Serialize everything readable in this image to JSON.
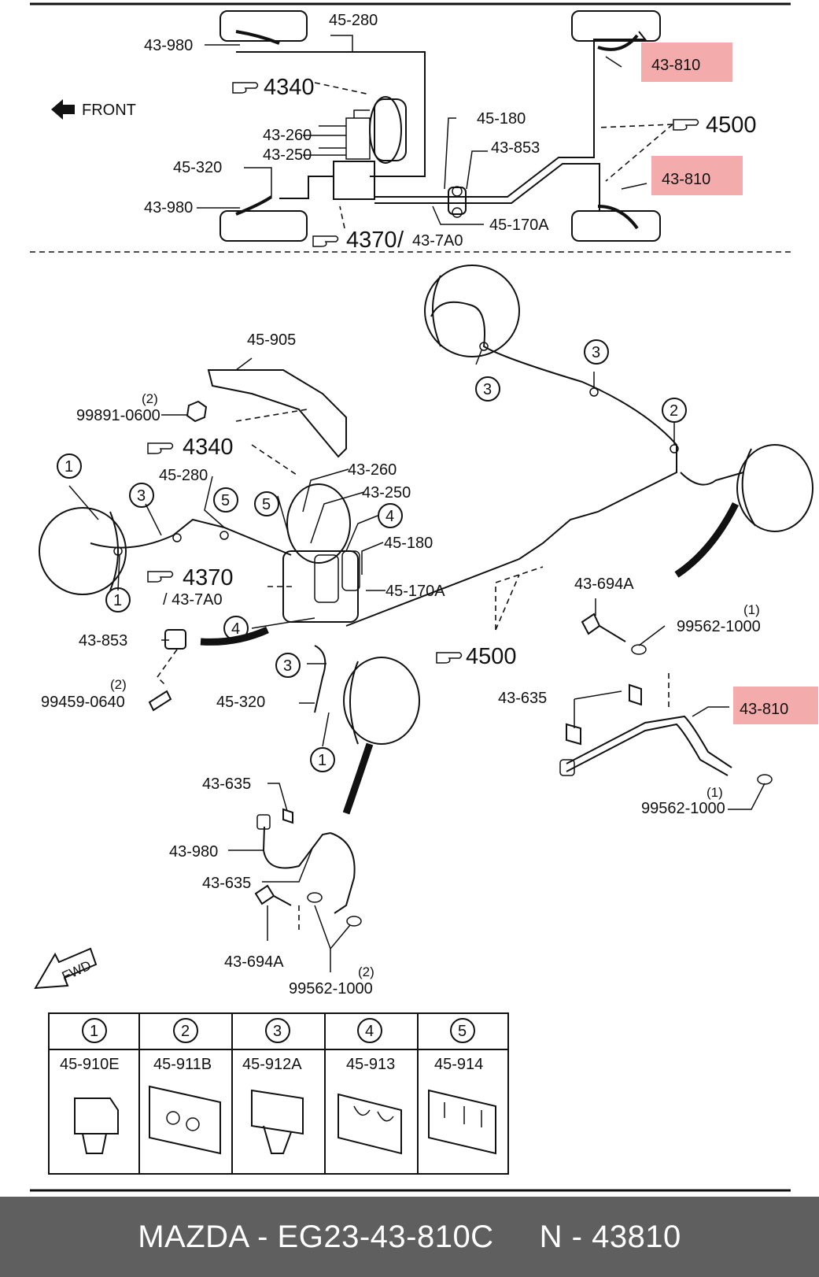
{
  "top": {
    "front_label": "FRONT",
    "ref_4340": "4340",
    "ref_4500": "4500",
    "ref_4370": "4370",
    "slash": "/",
    "p_43_980": "43-980",
    "p_45_280": "45-280",
    "p_43_260": "43-260",
    "p_43_250": "43-250",
    "p_45_320": "45-320",
    "p_45_180": "45-180",
    "p_43_853": "43-853",
    "p_45_170A": "45-170A",
    "p_43_7A0": "43-7A0",
    "p_43_810": "43-810",
    "highlight_color": "#f29c9c"
  },
  "main": {
    "p_45_905": "45-905",
    "p_99891": "99891-0600",
    "qty_2": "(2)",
    "qty_1": "(1)",
    "ref_4340": "4340",
    "p_43_260": "43-260",
    "p_43_250": "43-250",
    "p_45_280": "45-280",
    "p_45_180": "45-180",
    "p_45_170A": "45-170A",
    "ref_4370": "4370",
    "p_43_7A0": "/ 43-7A0",
    "p_43_853": "43-853",
    "p_99459": "99459-0640",
    "p_45_320": "45-320",
    "ref_4500": "4500",
    "p_43_694A": "43-694A",
    "p_99562": "99562-1000",
    "p_43_635": "43-635",
    "p_43_810": "43-810",
    "p_43_980": "43-980",
    "fwd": "FWD",
    "c1": "1",
    "c2": "2",
    "c3": "3",
    "c4": "4",
    "c5": "5"
  },
  "legend": {
    "columns": [
      {
        "num": "1",
        "part": "45-910E"
      },
      {
        "num": "2",
        "part": "45-911B"
      },
      {
        "num": "3",
        "part": "45-912A"
      },
      {
        "num": "4",
        "part": "45-913"
      },
      {
        "num": "5",
        "part": "45-914"
      }
    ]
  },
  "footer": {
    "text": "MAZDA - EG23-43-810C     N - 43810"
  }
}
